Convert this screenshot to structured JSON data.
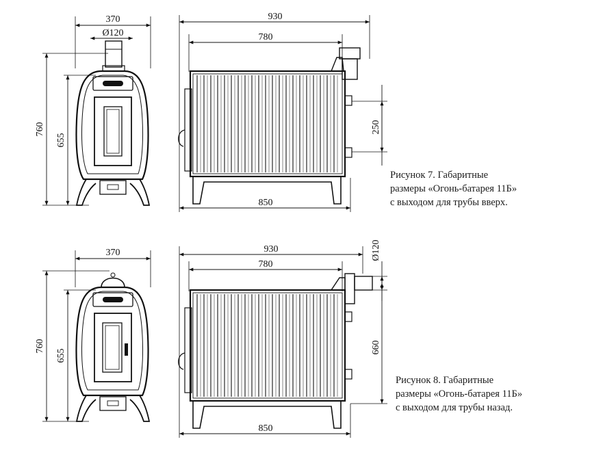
{
  "figure7": {
    "front_width": "370",
    "flue_diameter": "Ø120",
    "total_height": "760",
    "body_height": "655",
    "side_total_width": "930",
    "side_top_width": "780",
    "side_outlet_height": "250",
    "side_base_width": "850",
    "caption": [
      "Рисунок 7.  Габаритные",
      "размеры «Огонь-батарея 11Б»",
      "с выходом для трубы вверх."
    ]
  },
  "figure8": {
    "front_width": "370",
    "total_height": "760",
    "body_height": "655",
    "side_total_width": "930",
    "side_top_width": "780",
    "flue_diameter": "Ø120",
    "side_outlet_height": "660",
    "side_base_width": "850",
    "caption": [
      "Рисунок 8.  Габаритные",
      "размеры «Огонь-батарея 11Б»",
      "с выходом для трубы назад."
    ]
  },
  "colors": {
    "line": "#111111",
    "background": "#ffffff"
  }
}
